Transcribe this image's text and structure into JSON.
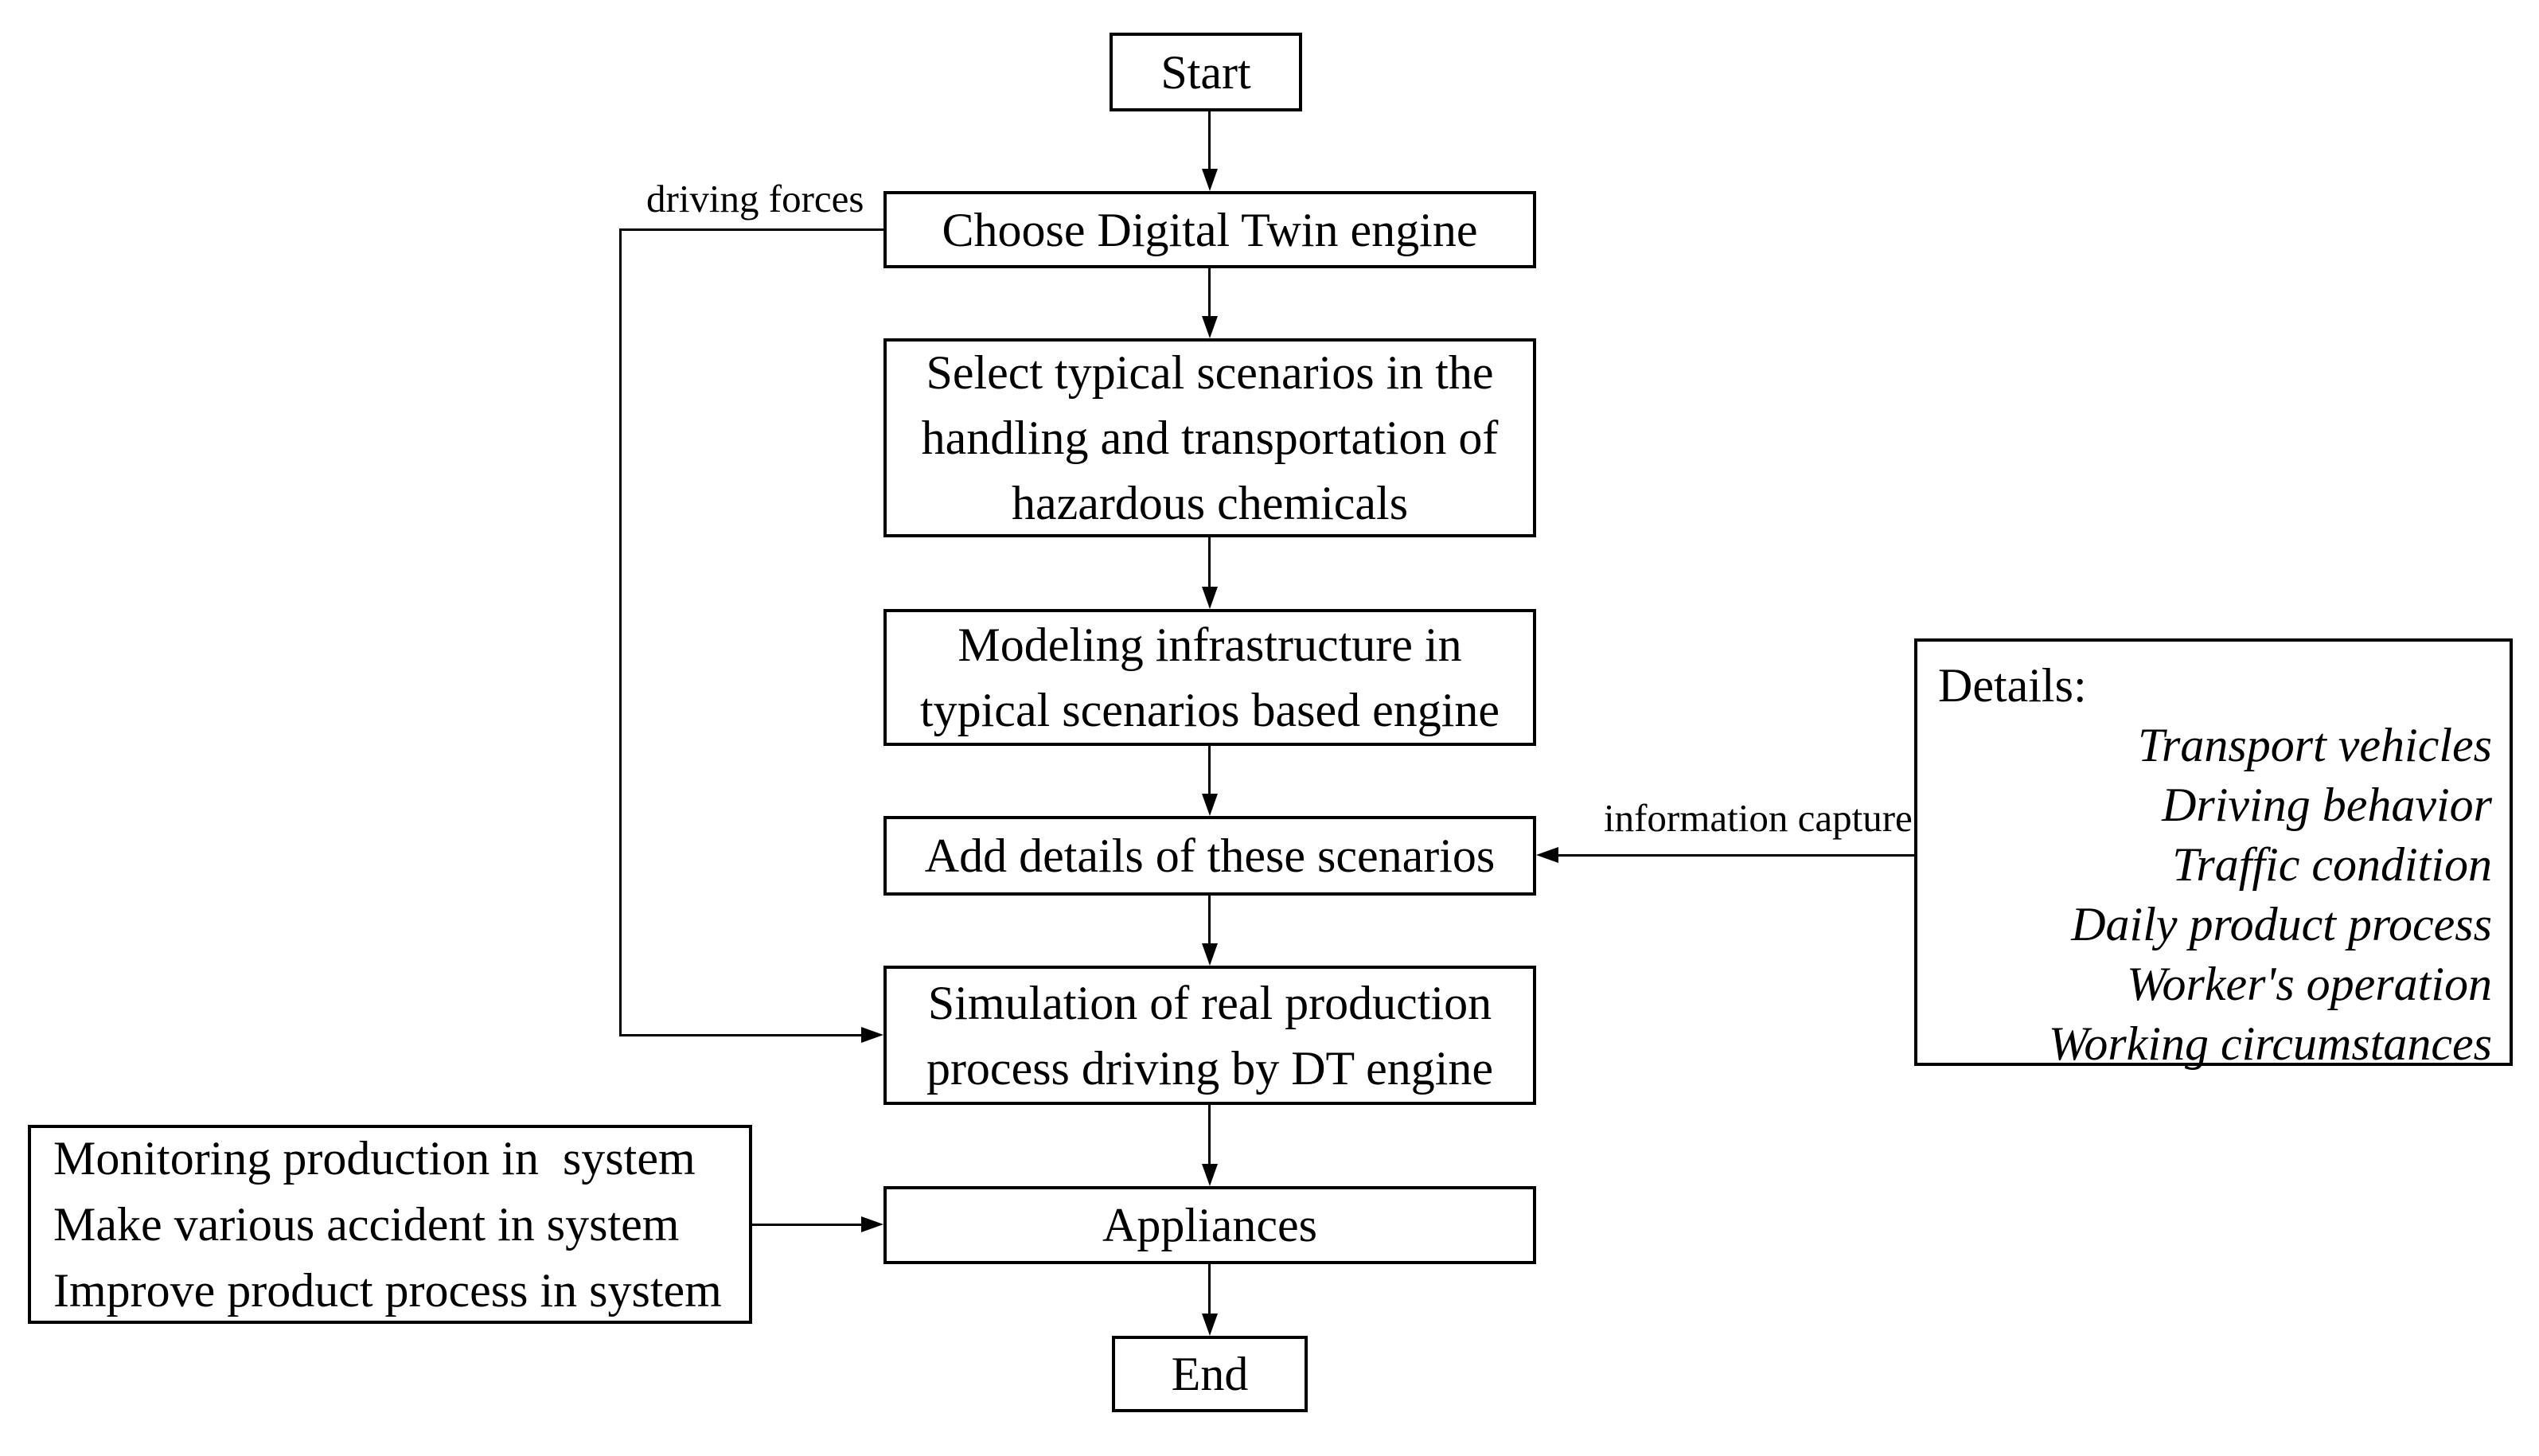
{
  "flow": {
    "nodes": [
      {
        "id": "start",
        "label": "Start"
      },
      {
        "id": "choose",
        "label": "Choose Digital Twin engine"
      },
      {
        "id": "select",
        "label": "Select typical scenarios in the\nhandling and transportation of\nhazardous chemicals"
      },
      {
        "id": "modeling",
        "label": "Modeling infrastructure in\ntypical scenarios based engine"
      },
      {
        "id": "add",
        "label": "Add details of these scenarios"
      },
      {
        "id": "simulation",
        "label": "Simulation of real production\nprocess driving by DT engine"
      },
      {
        "id": "appliances",
        "label": "Appliances"
      },
      {
        "id": "end",
        "label": "End"
      }
    ],
    "edge_labels": {
      "driving_forces": "driving forces",
      "information_capture": "information capture"
    },
    "details_box": {
      "title": "Details:",
      "items": [
        "Transport vehicles",
        "Driving behavior",
        "Traffic condition",
        "Daily product process",
        "Worker's operation",
        "Working circumstances"
      ]
    },
    "side_box": {
      "lines": [
        "Monitoring production in  system",
        "Make various accident in system",
        "Improve product process in system"
      ]
    },
    "colors": {
      "line": "#000000",
      "background": "#ffffff",
      "box_fill": "#ffffff"
    }
  }
}
